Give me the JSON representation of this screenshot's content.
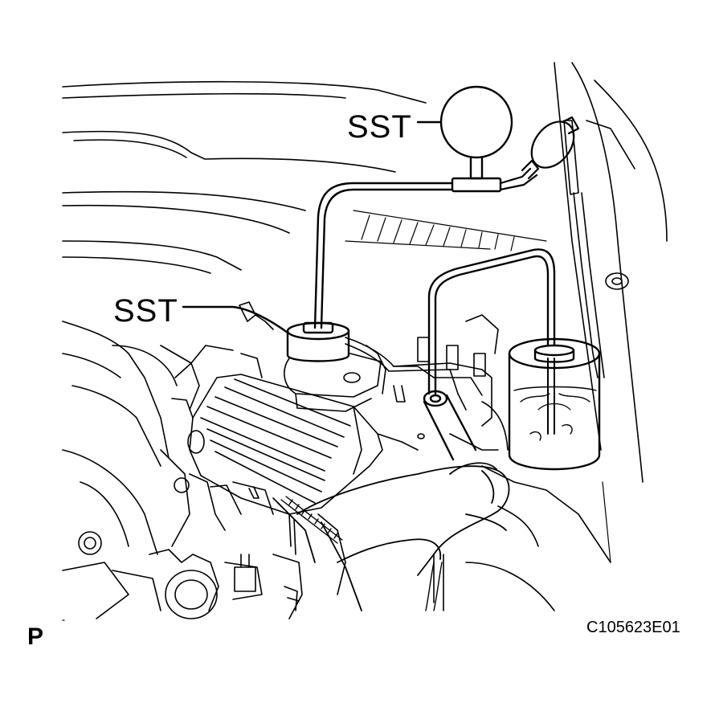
{
  "labels": {
    "sst_gauge": "SST",
    "sst_cap": "SST",
    "view_marker": "P",
    "figure_code": "C105623E01"
  },
  "colors": {
    "line": "#000000",
    "background": "#ffffff"
  }
}
